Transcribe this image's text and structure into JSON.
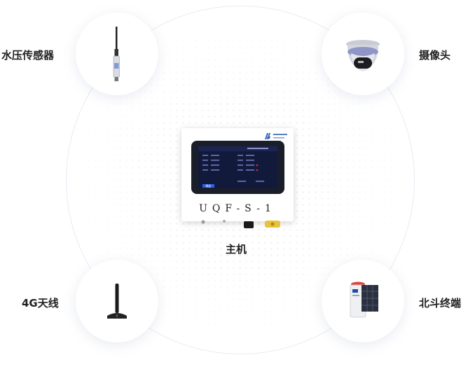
{
  "center": {
    "host_label": "主机",
    "model_text": "UQF-S-1",
    "screen_button": "确定"
  },
  "devices": {
    "water_pressure_sensor": {
      "label": "水压传感器",
      "icon": "water-pressure-sensor-icon"
    },
    "camera": {
      "label": "摄像头",
      "icon": "camera-icon"
    },
    "antenna_4g": {
      "label": "4G天线",
      "icon": "antenna-icon"
    },
    "beidou_terminal": {
      "label": "北斗终端",
      "icon": "beidou-terminal-icon"
    }
  },
  "colors": {
    "ring_border": "#ebedf5",
    "screen_bg": "#121a3c",
    "screen_button": "#2f5fe0",
    "alert_red": "#d83030",
    "camera_ring": "#7a7fc0"
  }
}
